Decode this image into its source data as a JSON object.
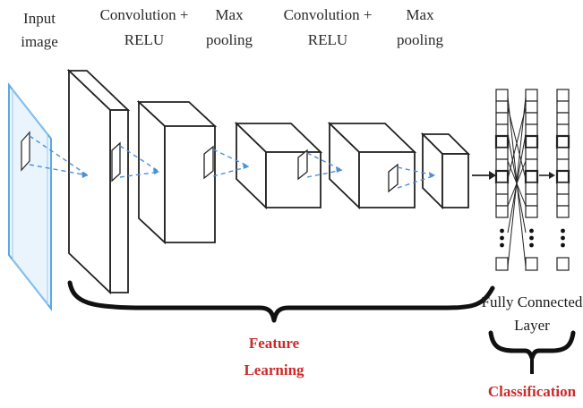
{
  "headers": {
    "input": [
      "Input",
      "image"
    ],
    "conv1": [
      "Convolution +",
      "RELU"
    ],
    "pool1": [
      "Max",
      "pooling"
    ],
    "conv2": [
      "Convolution +",
      "RELU"
    ],
    "pool2": [
      "Max",
      "pooling"
    ]
  },
  "sections": {
    "feature": [
      "Feature",
      "Learning"
    ],
    "fc": [
      "Fully Connected",
      "Layer"
    ],
    "classification": "Classification"
  },
  "colors": {
    "label_red": "#cc2a2a",
    "input_plane": "#5aa9e6",
    "dashes": "#4a90d9"
  }
}
